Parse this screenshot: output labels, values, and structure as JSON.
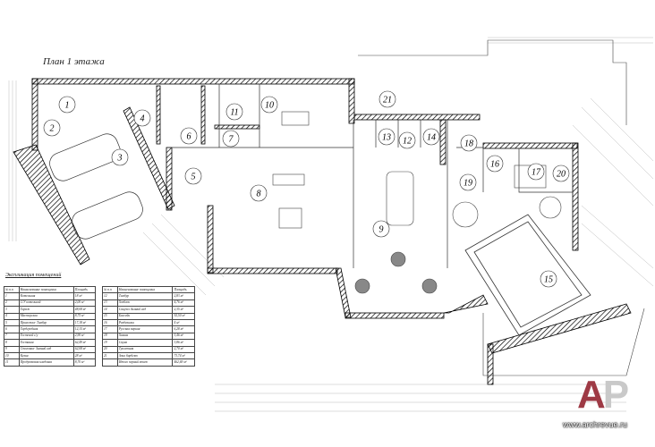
{
  "plan": {
    "title": "План  1 этажа",
    "room_numbers": [
      "1",
      "2",
      "3",
      "4",
      "5",
      "6",
      "7",
      "8",
      "9",
      "10",
      "11",
      "12",
      "13",
      "14",
      "15",
      "16",
      "17",
      "18",
      "19",
      "20",
      "21"
    ]
  },
  "explication": {
    "title": "Экспликация помещений",
    "headers": {
      "num": "№ п.п",
      "name": "Наименование помещения",
      "area": "Площадь"
    },
    "left": [
      {
        "num": "1",
        "name": "Котельная",
        "area": "18 м²"
      },
      {
        "num": "2",
        "name": "С/У котельной",
        "area": "2,00 м²"
      },
      {
        "num": "3",
        "name": "Гараж",
        "area": "48,08 м²"
      },
      {
        "num": "4",
        "name": "Мастерская",
        "area": "8,75 м²"
      },
      {
        "num": "5",
        "name": "Прихожая- Тамбур",
        "area": "17,18 м²"
      },
      {
        "num": "6",
        "name": "Гардеробная",
        "area": "12,15 м²"
      },
      {
        "num": "7",
        "name": "Гостевой с/у",
        "area": "2,90 м²"
      },
      {
        "num": "8",
        "name": "Гостиная",
        "area": "62,49 м²"
      },
      {
        "num": "9",
        "name": "Столовая- Зимний сад",
        "area": "62,08 м²"
      },
      {
        "num": "10",
        "name": "Кухня",
        "area": "28 м²"
      },
      {
        "num": "11",
        "name": "Продуктовая кладовая",
        "area": "8,70 м²"
      }
    ],
    "right": [
      {
        "num": "12",
        "name": "Тамбур",
        "area": "2,83 м²"
      },
      {
        "num": "13",
        "name": "Хозблок",
        "area": "4,76 м²"
      },
      {
        "num": "14",
        "name": "Санузел Зимний сад",
        "area": "2,35 м²"
      },
      {
        "num": "15",
        "name": "Бассейн",
        "area": "92,50 м²"
      },
      {
        "num": "16",
        "name": "Раздевалка",
        "area": "4 м²"
      },
      {
        "num": "17",
        "name": "Русская парная",
        "area": "6,28 м²"
      },
      {
        "num": "18",
        "name": "Хамам",
        "area": "3,46 м²"
      },
      {
        "num": "19",
        "name": "Сауна",
        "area": "3,86 м²"
      },
      {
        "num": "20",
        "name": "Туалетная",
        "area": "2,70 м²"
      },
      {
        "num": "21",
        "name": "Зона барбекю",
        "area": "73,74 м²"
      },
      {
        "num": "",
        "name": "Итого первый этаж",
        "area": "462,69 м²"
      }
    ]
  },
  "logo": {
    "text_a": "A",
    "text_p": "P",
    "url": "www.archrevue.ru",
    "accent": "#9e3a45"
  }
}
